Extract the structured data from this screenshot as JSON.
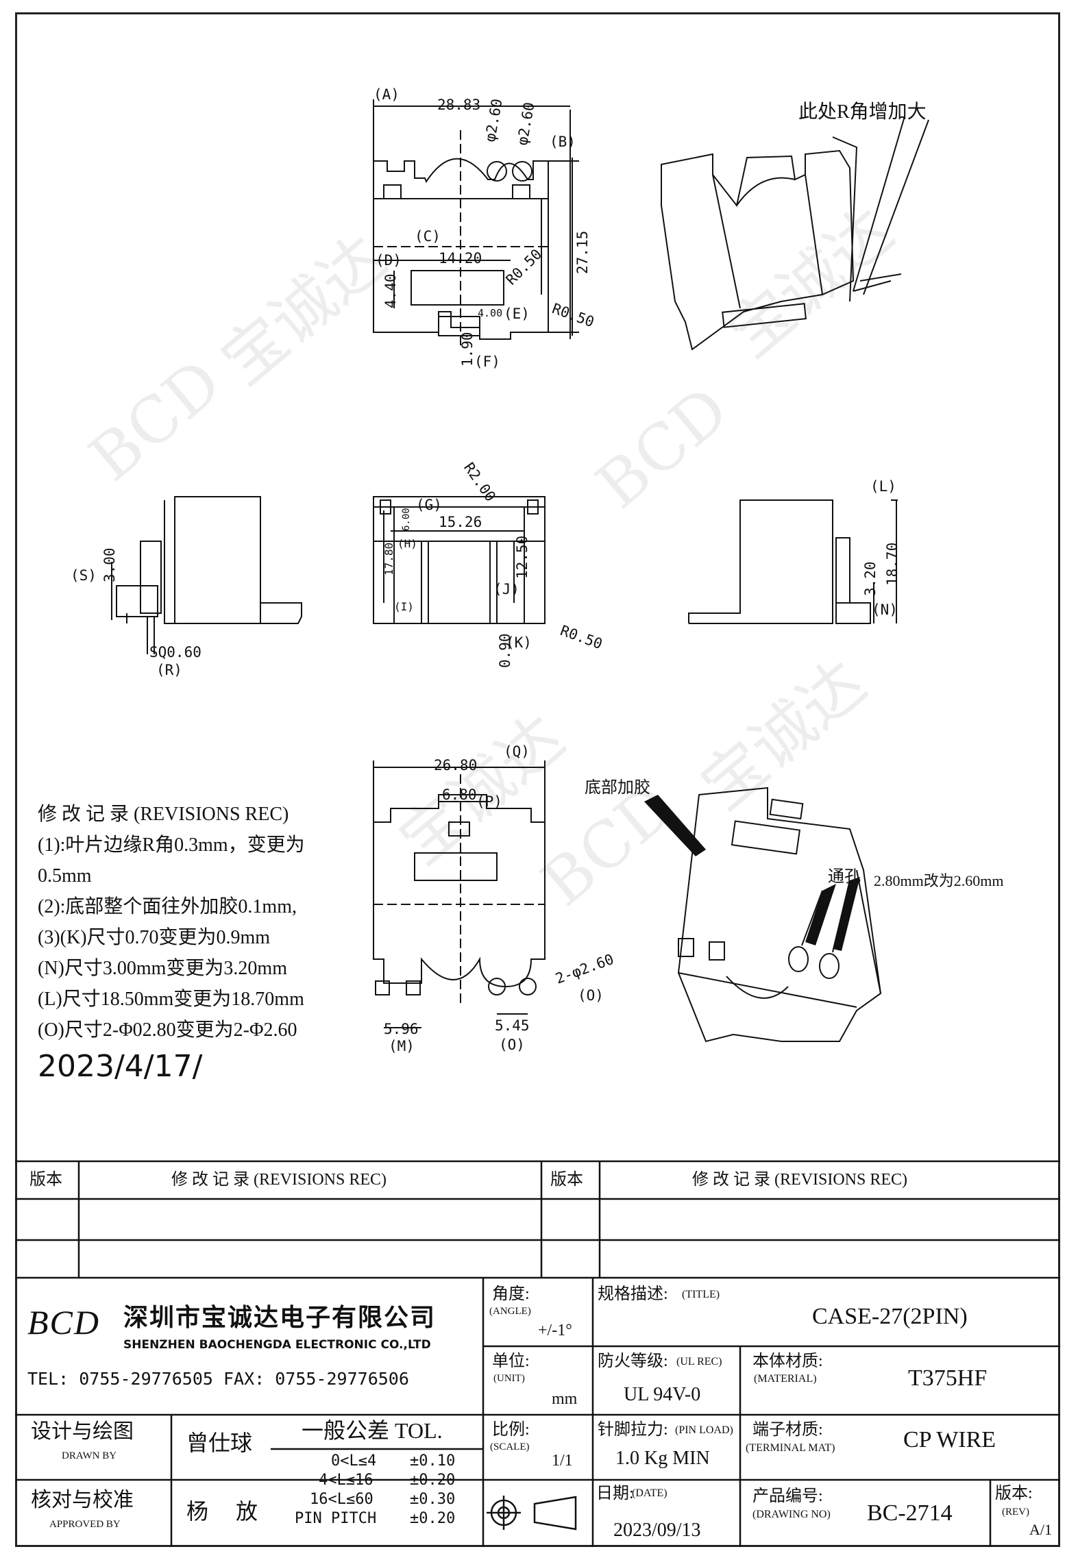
{
  "views": {
    "top": {
      "a_label": "(A)",
      "a_dim": "28.83",
      "hole1": "φ2.60",
      "hole2": "φ2.60",
      "b_label": "(B)",
      "c_label": "(C)",
      "d_label": "(D)",
      "d_dim": "14.20",
      "r_small": "R0.50",
      "height_dim": "27.15",
      "side_dim": "4.40",
      "e_dim": "4.00",
      "e_label": "(E)",
      "r_corner": "R0.50",
      "f_dim": "1.90",
      "f_label": "(F)"
    },
    "iso_top_note": "此处R角增加大",
    "front_left": {
      "s_label": "(S)",
      "s_dim": "3.00",
      "sq": "SQ0.60",
      "r_label": "(R)"
    },
    "front_mid": {
      "r200": "R2.00",
      "g_label": "(G)",
      "g_dim": "6.00",
      "width_dim": "15.26",
      "h_label": "(H)",
      "h_dim": "17.80",
      "j_dim": "12.50",
      "i_label": "(I)",
      "j_label": "(J)",
      "k_dim": "0.90",
      "k_label": "(K)",
      "r050": "R0.50"
    },
    "front_right": {
      "l_label": "(L)",
      "n_dim": "3.20",
      "l_dim": "18.70",
      "n_label": "(N)"
    },
    "bottom": {
      "q_label": "(Q)",
      "q_dim": "26.80",
      "p_dim": "6.80",
      "p_label": "(P)",
      "holes": "2-φ2.60",
      "o_label": "(O)",
      "m_dim": "5.96",
      "m_label": "(M)",
      "o_dim": "5.45",
      "o_label2": "(O)"
    },
    "iso_bottom": {
      "glue": "底部加胶",
      "vent": "通孔",
      "vent_note": "2.80mm改为2.60mm"
    }
  },
  "revisions": {
    "title": "修 改 记 录 (REVISIONS REC)",
    "lines": [
      "(1):叶片边缘R角0.3mm，变更为",
      "0.5mm",
      "(2):底部整个面往外加胶0.1mm,",
      "(3)(K)尺寸0.70变更为0.9mm",
      "(N)尺寸3.00mm变更为3.20mm",
      "(L)尺寸18.50mm变更为18.70mm",
      "(O)尺寸2-Φ02.80变更为2-Φ2.60"
    ],
    "date": "2023/4/17/"
  },
  "watermark": [
    "BCD",
    "宝诚达"
  ],
  "title_block": {
    "rev_header_1": "版本",
    "rev_header_2": "修 改 记 录 (REVISIONS REC)",
    "rev_header_3": "版本",
    "rev_header_4": "修 改 记 录 (REVISIONS REC)",
    "logo": "BCD",
    "company_cn": "深圳市宝诚达电子有限公司",
    "company_en": "SHENZHEN BAOCHENGDA ELECTRONIC CO.,LTD",
    "contact": "TEL: 0755-29776505  FAX: 0755-29776506",
    "angle_label": "角度:",
    "angle_en": "(ANGLE)",
    "angle_value": "+/-1°",
    "title_label": "规格描述:",
    "title_en": "(TITLE)",
    "title_value": "CASE-27(2PIN)",
    "unit_label": "单位:",
    "unit_en": "(UNIT)",
    "unit_value": "mm",
    "ul_label": "防火等级:",
    "ul_en": "(UL REC)",
    "ul_value": "UL 94V-0",
    "material_label": "本体材质:",
    "material_en": "(MATERIAL)",
    "material_value": "T375HF",
    "drawn_label": "设计与绘图",
    "drawn_en": "DRAWN BY",
    "drawn_value": "曾仕球",
    "tol_label": "一般公差 TOL.",
    "tol_rows": [
      [
        "0<L≤4",
        "±0.10"
      ],
      [
        "4<L≤16",
        "±0.20"
      ],
      [
        "16<L≤60",
        "±0.30"
      ],
      [
        "PIN PITCH",
        "±0.20"
      ]
    ],
    "scale_label": "比例:",
    "scale_en": "(SCALE)",
    "scale_value": "1/1",
    "pin_label": "针脚拉力:",
    "pin_en": "(PIN LOAD)",
    "pin_value": "1.0 Kg MIN",
    "terminal_label": "端子材质:",
    "terminal_en": "(TERMINAL MAT)",
    "terminal_value": "CP WIRE",
    "approved_label": "核对与校准",
    "approved_en": "APPROVED BY",
    "approved_value": "杨 放",
    "date_label": "日期:",
    "date_en": "(DATE)",
    "date_value": "2023/09/13",
    "drawing_label": "产品编号:",
    "drawing_en": "(DRAWING NO)",
    "drawing_value": "BC-2714",
    "rev_label": "版本:",
    "rev_en": "(REV)",
    "rev_value": "A/1"
  }
}
